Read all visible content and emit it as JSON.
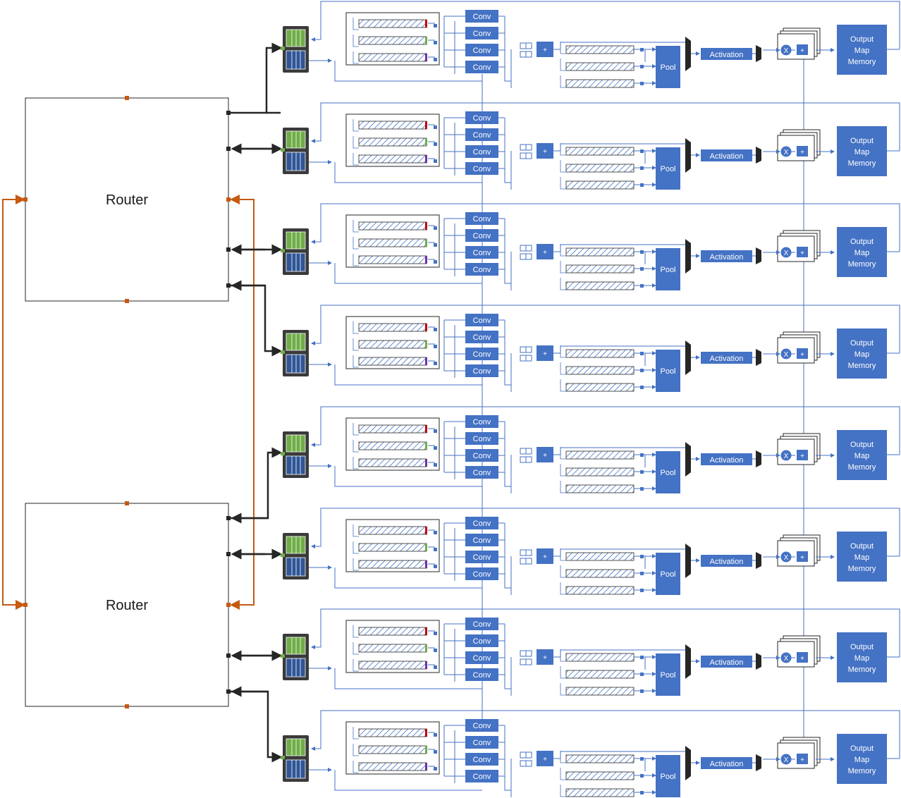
{
  "routers": [
    {
      "label": "Router"
    },
    {
      "label": "Router"
    }
  ],
  "pe_rows": [
    {
      "conv_labels": [
        "Conv",
        "Conv",
        "Conv",
        "Conv"
      ],
      "adder": "+",
      "pool": "Pool",
      "activation": "Activation",
      "multiply": "X",
      "accumulate": "+",
      "memory": [
        "Output",
        "Map",
        "Memory"
      ]
    },
    {
      "conv_labels": [
        "Conv",
        "Conv",
        "Conv",
        "Conv"
      ],
      "adder": "+",
      "pool": "Pool",
      "activation": "Activation",
      "multiply": "X",
      "accumulate": "+",
      "memory": [
        "Output",
        "Map",
        "Memory"
      ]
    },
    {
      "conv_labels": [
        "Conv",
        "Conv",
        "Conv",
        "Conv"
      ],
      "adder": "+",
      "pool": "Pool",
      "activation": "Activation",
      "multiply": "X",
      "accumulate": "+",
      "memory": [
        "Output",
        "Map",
        "Memory"
      ]
    },
    {
      "conv_labels": [
        "Conv",
        "Conv",
        "Conv",
        "Conv"
      ],
      "adder": "+",
      "pool": "Pool",
      "activation": "Activation",
      "multiply": "X",
      "accumulate": "+",
      "memory": [
        "Output",
        "Map",
        "Memory"
      ]
    },
    {
      "conv_labels": [
        "Conv",
        "Conv",
        "Conv",
        "Conv"
      ],
      "adder": "+",
      "pool": "Pool",
      "activation": "Activation",
      "multiply": "X",
      "accumulate": "+",
      "memory": [
        "Output",
        "Map",
        "Memory"
      ]
    },
    {
      "conv_labels": [
        "Conv",
        "Conv",
        "Conv",
        "Conv"
      ],
      "adder": "+",
      "pool": "Pool",
      "activation": "Activation",
      "multiply": "X",
      "accumulate": "+",
      "memory": [
        "Output",
        "Map",
        "Memory"
      ]
    },
    {
      "conv_labels": [
        "Conv",
        "Conv",
        "Conv",
        "Conv"
      ],
      "adder": "+",
      "pool": "Pool",
      "activation": "Activation",
      "multiply": "X",
      "accumulate": "+",
      "memory": [
        "Output",
        "Map",
        "Memory"
      ]
    },
    {
      "conv_labels": [
        "Conv",
        "Conv",
        "Conv",
        "Conv"
      ],
      "adder": "+",
      "pool": "Pool",
      "activation": "Activation",
      "multiply": "X",
      "accumulate": "+",
      "memory": [
        "Output",
        "Map",
        "Memory"
      ]
    }
  ],
  "colors": {
    "block_blue": "#4472c4",
    "wire_blue": "#4472c4",
    "router_link": "#c55a11",
    "router_wire": "#262626",
    "buffer_frame": "#3a3a3a",
    "buffer_green": "#70ad47",
    "buffer_navy": "#2f5597"
  }
}
